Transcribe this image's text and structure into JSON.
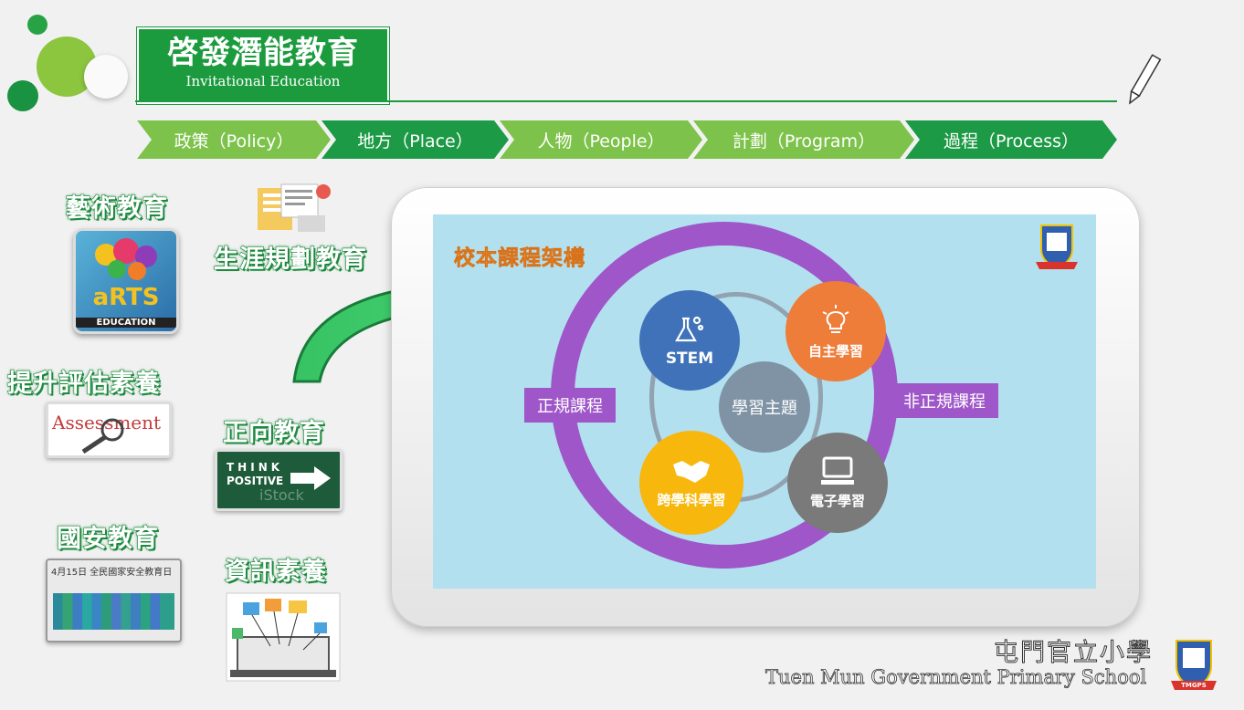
{
  "header": {
    "title": "啓發潛能教育",
    "subtitle": "Invitational Education"
  },
  "steps": [
    {
      "label": "政策（Policy）"
    },
    {
      "label": "地方（Place）"
    },
    {
      "label": "人物（People）"
    },
    {
      "label": "計劃（Program）"
    },
    {
      "label": "過程（Process）"
    }
  ],
  "left_items": {
    "arts": {
      "label": "藝術教育",
      "tile_text_1": "aRTS",
      "tile_text_2": "EDUCATION"
    },
    "career": {
      "label": "生涯規劃教育"
    },
    "assessment": {
      "label": "提升評估素養",
      "tile_text": "Assessment"
    },
    "positive": {
      "label": "正向教育",
      "tile_text_1": "THINK",
      "tile_text_2": "POSITIVE",
      "tile_text_3": "iStock"
    },
    "national": {
      "label": "國安教育",
      "tile_text": "4月15日 全民國家安全教育日"
    },
    "info": {
      "label": "資訊素養"
    }
  },
  "curriculum": {
    "title": "校本課程架構",
    "formal": "正規課程",
    "informal": "非正規課程",
    "center": "學習主題",
    "nodes": {
      "stem": "STEM",
      "self_learning": "自主學習",
      "cross_subject": "跨學科學習",
      "e_learning": "電子學習"
    }
  },
  "footer": {
    "school_cn": "屯門官立小學",
    "school_en": "Tuen Mun Government Primary School",
    "badge_text": "TMGPS"
  },
  "colors": {
    "green_dark": "#1b9b3e",
    "green_light": "#7dc24a",
    "purple": "#9e56c9",
    "stem": "#3f72b8",
    "self_learning": "#ee7d3a",
    "cross_subject": "#f7b70c",
    "e_learning": "#7a7a7a",
    "center": "#7f93a5"
  }
}
